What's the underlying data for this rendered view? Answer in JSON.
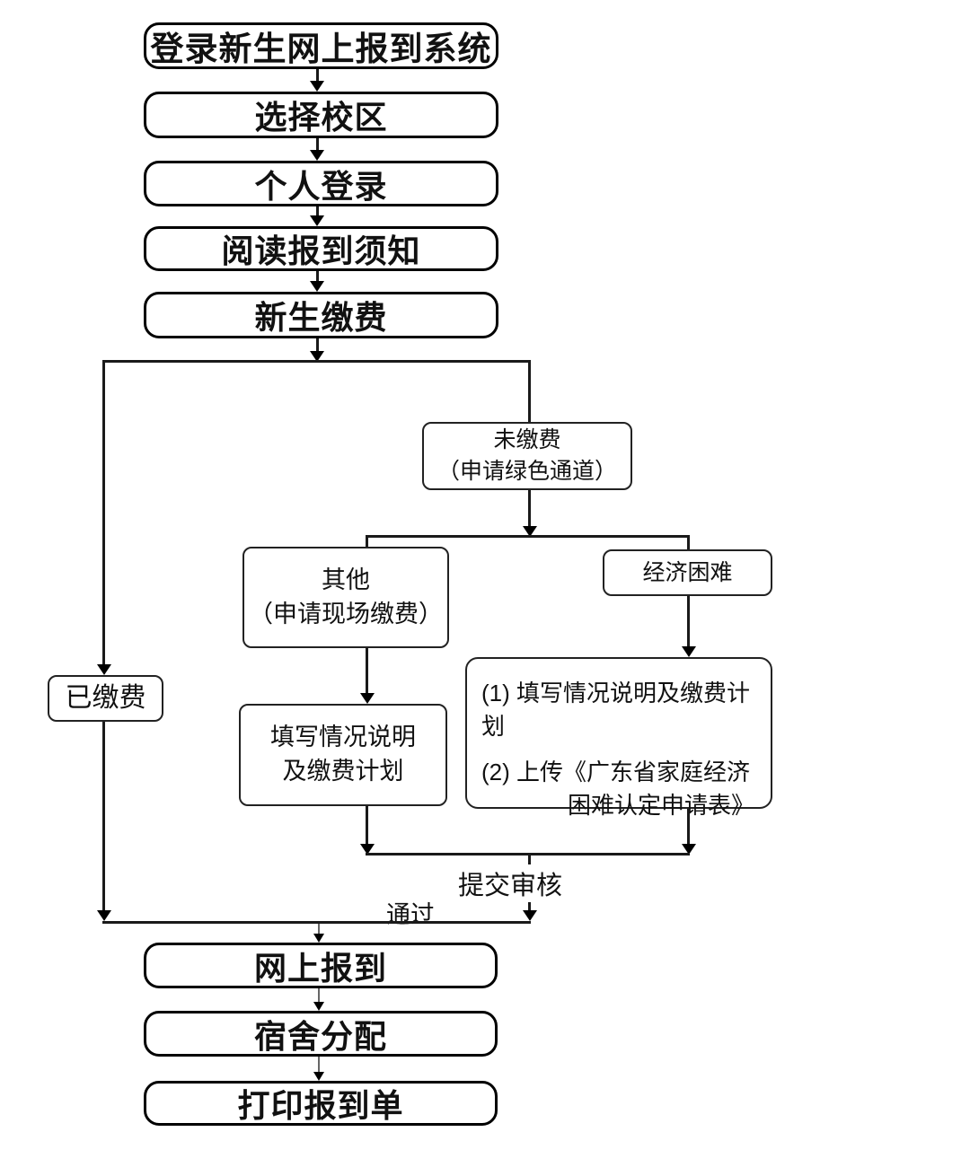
{
  "nodes": {
    "login_system": "登录新生网上报到系统",
    "select_campus": "选择校区",
    "personal_login": "个人登录",
    "read_notice": "阅读报到须知",
    "freshman_payment": "新生缴费",
    "paid": "已缴费",
    "unpaid": {
      "line1": "未缴费",
      "line2": "（申请绿色通道）"
    },
    "other": {
      "line1": "其他",
      "line2": "（申请现场缴费）"
    },
    "economic_difficulty": "经济困难",
    "fill_statement": {
      "line1": "填写情况说明",
      "line2": "及缴费计划"
    },
    "difficulty_tasks": {
      "item1": "(1) 填写情况说明及缴费计划",
      "item2_part1": "(2) 上传《广东省家庭经济",
      "item2_part2": "困难认定申请表》"
    },
    "online_registration": "网上报到",
    "dormitory_assignment": "宿舍分配",
    "print_registration_form": "打印报到单"
  },
  "edge_labels": {
    "submit_review": "提交审核",
    "pass": "通过"
  },
  "colors": {
    "background": "#ffffff",
    "node_border": "#000000",
    "connector": "#1a1a1a",
    "text": "#111111"
  }
}
